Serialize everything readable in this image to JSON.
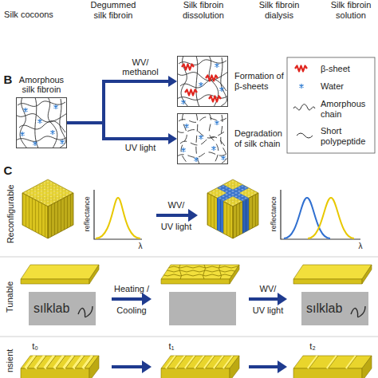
{
  "diagram": {
    "nodes": [
      {
        "text": [
          "Amorphous silk fibroin"
        ]
      },
      {
        "text": [
          "Formation of β-sheets"
        ]
      },
      {
        "text": [
          "Degradation of silk chain"
        ]
      },
      {
        "text": [
          "sılklab"
        ]
      },
      {
        "text": [
          "sılklab"
        ]
      }
    ],
    "edges": [
      {
        "from": 0,
        "to": 1,
        "arrow": "to",
        "label": "WV/ methanol"
      },
      {
        "from": 0,
        "to": 2,
        "arrow": "to",
        "label": "UV light"
      }
    ],
    "labels": [
      "Silk cocoons",
      "Degummed silk fibroin",
      "Silk fibroin dissolution",
      "Silk fibroin dialysis",
      "Silk fibroin solution",
      "B",
      "C",
      "Reconfigurable",
      "reflectance",
      "λ",
      "WV/",
      "UV light",
      "reflectance",
      "λ",
      "Tunable",
      "Heating /",
      "Cooling",
      "WV/",
      "UV light",
      "nsient",
      "t₀",
      "t₁",
      "t₂"
    ],
    "legend": [
      {
        "text": "β-sheet"
      },
      {
        "text": "Water"
      },
      {
        "text": "Amorphous chain"
      },
      {
        "text": "Short polypeptide"
      }
    ]
  }
}
